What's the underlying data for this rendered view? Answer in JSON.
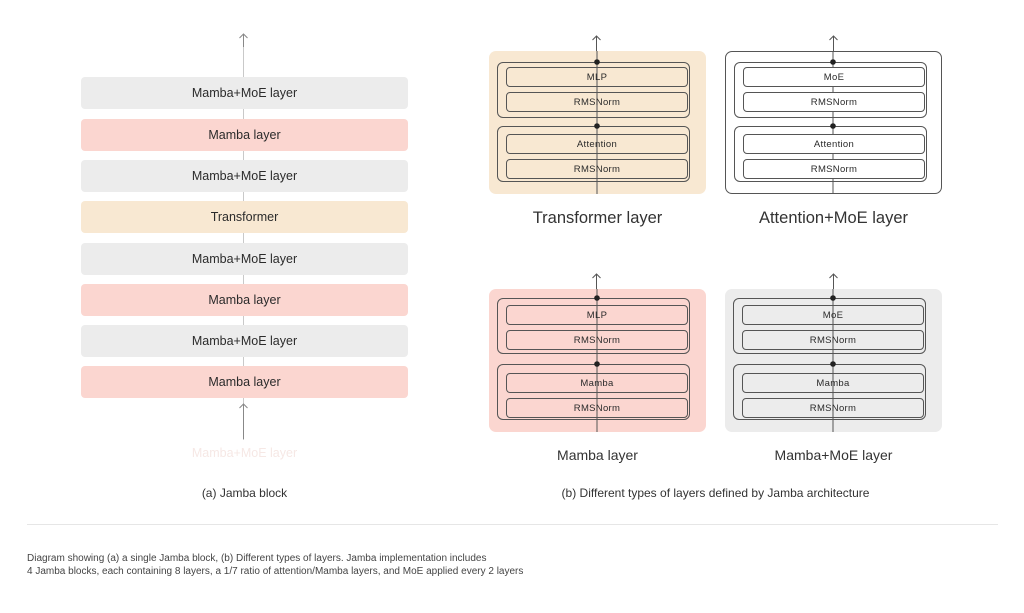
{
  "jamba_block": {
    "layers": [
      {
        "label": "Mamba+MoE layer",
        "color": "#ececec"
      },
      {
        "label": "Mamba layer",
        "color": "#fbd6d0"
      },
      {
        "label": "Mamba+MoE layer",
        "color": "#ececec"
      },
      {
        "label": "Transformer",
        "color": "#f8e8d2"
      },
      {
        "label": "Mamba+MoE layer",
        "color": "#ececec"
      },
      {
        "label": "Mamba layer",
        "color": "#fbd6d0"
      },
      {
        "label": "Mamba+MoE layer",
        "color": "#ececec"
      },
      {
        "label": "Mamba layer",
        "color": "#fbd6d0"
      }
    ],
    "faded_label": "Mamba+MoE layer",
    "caption": "(a) Jamba block"
  },
  "layer_types": {
    "caption": "(b) Different types of layers defined by Jamba architecture",
    "panels": [
      {
        "title": "Transformer layer",
        "blocks": [
          "MLP",
          "RMSNorm",
          "Attention",
          "RMSNorm"
        ],
        "color": "#f8e8d2"
      },
      {
        "title": "Attention+MoE layer",
        "blocks": [
          "MoE",
          "RMSNorm",
          "Attention",
          "RMSNorm"
        ],
        "color": "#ffffff"
      },
      {
        "title": "Mamba layer",
        "blocks": [
          "MLP",
          "RMSNorm",
          "Mamba",
          "RMSNorm"
        ],
        "color": "#fbd6d0"
      },
      {
        "title": "Mamba+MoE layer",
        "blocks": [
          "MoE",
          "RMSNorm",
          "Mamba",
          "RMSNorm"
        ],
        "color": "#ececec"
      }
    ]
  },
  "footnote": {
    "line1": "Diagram showing (a) a single Jamba block, (b) Different types of layers. Jamba implementation includes",
    "line2": "4 Jamba blocks, each containing 8 layers, a 1/7 ratio of attention/Mamba layers, and MoE applied every 2 layers"
  }
}
